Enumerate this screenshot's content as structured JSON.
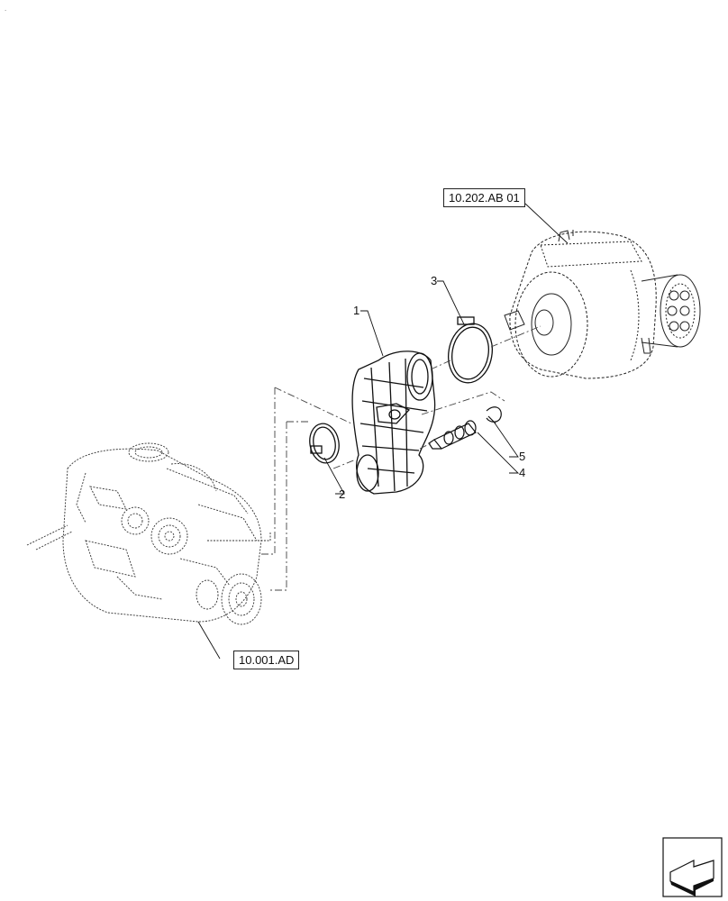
{
  "corner_mark": ".",
  "references": {
    "air_cleaner": "10.202.AB 01",
    "engine": "10.001.AD"
  },
  "callouts": [
    {
      "id": "1",
      "label": "1"
    },
    {
      "id": "2",
      "label": "2"
    },
    {
      "id": "3",
      "label": "3"
    },
    {
      "id": "4",
      "label": "4"
    },
    {
      "id": "5",
      "label": "5"
    }
  ],
  "icons": {
    "navigation": "view-direction-arrow-icon"
  },
  "colors": {
    "line": "#111111",
    "dashed": "#444444"
  }
}
